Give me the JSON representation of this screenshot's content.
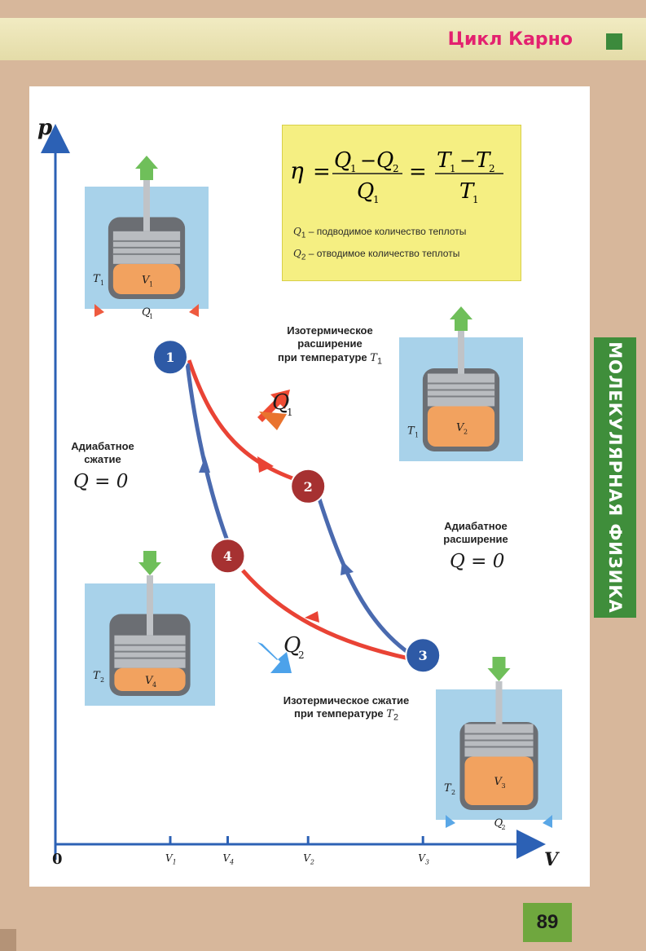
{
  "header": {
    "title": "Цикл Карно",
    "accent_color": "#e3216f"
  },
  "side_tab": {
    "text": "МОЛЕКУЛЯРНАЯ ФИЗИКА",
    "color": "#3f8e3b"
  },
  "page_number": "89",
  "formula": {
    "eta": "η",
    "q1": "Q",
    "q2": "Q",
    "t1": "T",
    "t2": "T",
    "sub1": "1",
    "sub2": "2",
    "minus": "−",
    "equals": "=",
    "legend_q1": "– подводимое количество теплоты",
    "legend_q2": "– отводимое количество теплоты"
  },
  "labels": {
    "iso_expansion": [
      "Изотермическое",
      "расширение",
      "при температуре"
    ],
    "adiabatic_compression": [
      "Адиабатное",
      "сжатие"
    ],
    "adiabatic_expansion": [
      "Адиабатное",
      "расширение"
    ],
    "iso_compression": [
      "Изотермическое сжатие",
      "при температуре"
    ],
    "q_zero": "Q = 0",
    "temp_symbol": "T"
  },
  "axes": {
    "p": "p",
    "v": "V",
    "origin": "0"
  },
  "chart_data": {
    "type": "line",
    "xlabel": "V",
    "ylabel": "p",
    "x_ticks": [
      {
        "label": "V",
        "sub": "1",
        "value": 1.0
      },
      {
        "label": "V",
        "sub": "4",
        "value": 1.5
      },
      {
        "label": "V",
        "sub": "2",
        "value": 2.2
      },
      {
        "label": "V",
        "sub": "3",
        "value": 3.2
      }
    ],
    "states": [
      {
        "name": "1",
        "v": 1.0,
        "p": 4.9
      },
      {
        "name": "2",
        "v": 2.2,
        "p": 3.6
      },
      {
        "name": "3",
        "v": 3.2,
        "p": 1.9
      },
      {
        "name": "4",
        "v": 1.5,
        "p": 2.9
      }
    ],
    "series": [
      {
        "path": "1-2",
        "color": "#e94335"
      },
      {
        "path": "2-3",
        "color": "#4a6aaf"
      },
      {
        "path": "3-4",
        "color": "#e94335"
      },
      {
        "path": "4-1",
        "color": "#4a6aaf"
      }
    ],
    "heat_labels": [
      {
        "label": "Q",
        "sub": "1"
      },
      {
        "label": "Q",
        "sub": "2"
      }
    ],
    "colors": {
      "hot": "#e94335",
      "cold": "#4a6aaf",
      "node_hot": "#a63131",
      "node_cold": "#2e5aa6"
    }
  },
  "cylinders": [
    {
      "t": "T",
      "t_sub": "1",
      "v": "V",
      "v_sub": "1",
      "q": "Q",
      "q_sub": "1"
    },
    {
      "t": "T",
      "t_sub": "1",
      "v": "V",
      "v_sub": "2"
    },
    {
      "t": "T",
      "t_sub": "2",
      "v": "V",
      "v_sub": "4"
    },
    {
      "t": "T",
      "t_sub": "2",
      "v": "V",
      "v_sub": "3",
      "q": "Q",
      "q_sub": "2"
    }
  ]
}
